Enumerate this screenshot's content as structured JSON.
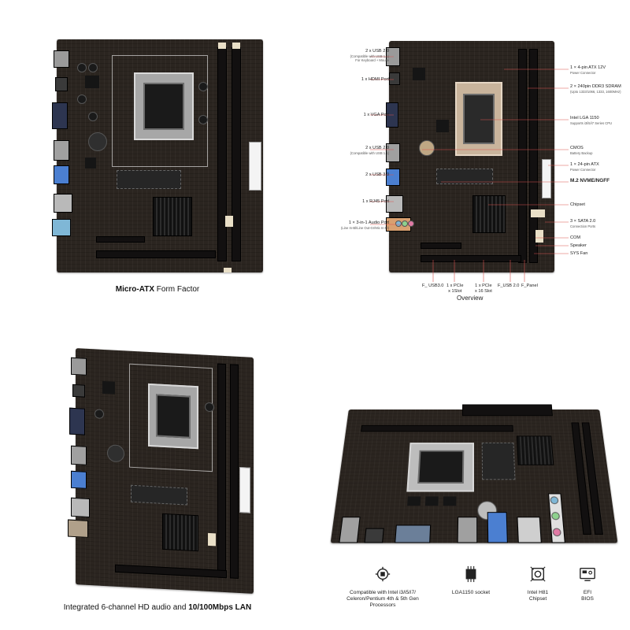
{
  "panels": {
    "top_left_caption": {
      "bold": "Micro-ATX",
      "rest": " Form Factor"
    },
    "bottom_left_caption": {
      "lead": "Integrated 6-channel HD audio and ",
      "bold": "10/100Mbps LAN"
    },
    "overview_title": "Overview"
  },
  "annotations_left": [
    {
      "label": "2 x USB 2.0",
      "sub": "(Compatible with USB 1.1)",
      "sub2": "For Keyboard + Mouse"
    },
    {
      "label": "1 x HDMI Port",
      "sub": "",
      "sub2": ""
    },
    {
      "label": "1 x VGA Port",
      "sub": "",
      "sub2": ""
    },
    {
      "label": "2 x USB 2.0",
      "sub": "(Compatible with USB 1.1)",
      "sub2": ""
    },
    {
      "label": "2 x USB 3.0",
      "sub": "",
      "sub2": ""
    },
    {
      "label": "1 x RJ45 Port",
      "sub": "",
      "sub2": ""
    },
    {
      "label": "1 × 3-in-1 Audio Port",
      "sub": "(Line In-Bl/Line Out-Gr/Mic In-Pi)",
      "sub2": ""
    }
  ],
  "annotations_right": [
    {
      "label": "1 × 4-pin ATX 12V",
      "sub": "Power Connector",
      "emph": false
    },
    {
      "label": "2 × 240pin DDR3 SDRAM",
      "sub": "(Upto 1333/1066, 1333, 1600MHz)",
      "emph": false
    },
    {
      "label": "Intel LGA 1150",
      "sub": "Supports i3/i5/i7 Series CPU",
      "emph": false
    },
    {
      "label": "CMOS",
      "sub": "Battery Backup",
      "emph": false
    },
    {
      "label": "1 × 24-pin ATX",
      "sub": "Power Connector",
      "emph": false
    },
    {
      "label": "M.2 NVME/NGFF",
      "sub": "",
      "emph": true
    },
    {
      "label": "Chipset",
      "sub": "",
      "emph": false
    },
    {
      "label": "3 × SATA 2.0",
      "sub": "Connection Ports",
      "emph": false
    },
    {
      "label": "COM",
      "sub": "",
      "emph": false
    },
    {
      "label": "Speaker",
      "sub": "",
      "emph": false
    },
    {
      "label": "SYS Fan",
      "sub": "",
      "emph": false
    }
  ],
  "annotations_bottom": [
    {
      "label": "F_ USB3.0"
    },
    {
      "label": "1 x PCIe",
      "sub": "x 1Slot"
    },
    {
      "label": "1 x PCIe",
      "sub": "x 16 Slot"
    },
    {
      "label": "F_USB 2.0"
    },
    {
      "label": "F_Panel"
    }
  ],
  "features": [
    {
      "icon": "gear-cpu-icon",
      "lines": [
        "Compatible with Intel i3/i5/i7/",
        "Celeron/Pentium 4th & 5th Gen",
        "Processors"
      ]
    },
    {
      "icon": "cpu-chip-icon",
      "lines": [
        "LGA1150 socket"
      ]
    },
    {
      "icon": "chipset-icon",
      "lines": [
        "Intel H81",
        "Chipset"
      ]
    },
    {
      "icon": "bios-icon",
      "lines": [
        "EFI",
        "BIOS"
      ]
    }
  ],
  "colors": {
    "accent_line": "#d9534f",
    "board": "#2b2520",
    "text": "#222222"
  }
}
